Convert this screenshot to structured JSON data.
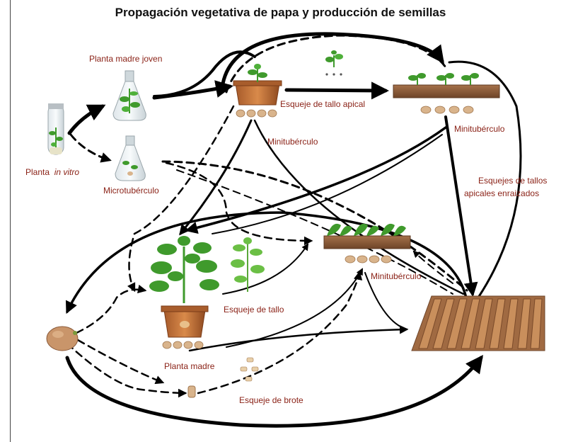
{
  "title": "Propagación vegetativa de papa y producción de semillas",
  "labels": {
    "planta_madre_joven": "Planta madre joven",
    "planta_in_vitro_prefix": "Planta",
    "planta_in_vitro_italic": "in vitro",
    "microtuberculo": "Microtubérculo",
    "esqueje_tallo_apical": "Esqueje de tallo apical",
    "minituberculo_1": "Minitubérculo",
    "minituberculo_2": "Minitubérculo",
    "minituberculo_3": "Minitubérculo",
    "esquejes_tallos_apicales_line1": "Esquejes de tallos",
    "esquejes_tallos_apicales_line2": "apicales enraizados",
    "esqueje_de_tallo": "Esqueje de tallo",
    "planta_madre": "Planta madre",
    "esqueje_de_brote": "Esqueje de brote"
  },
  "colors": {
    "label_red": "#8b2318",
    "arrow": "#000000",
    "soil": "#8a5a3a",
    "leaf": "#3f9a2c",
    "tuber": "#d9b48c"
  }
}
